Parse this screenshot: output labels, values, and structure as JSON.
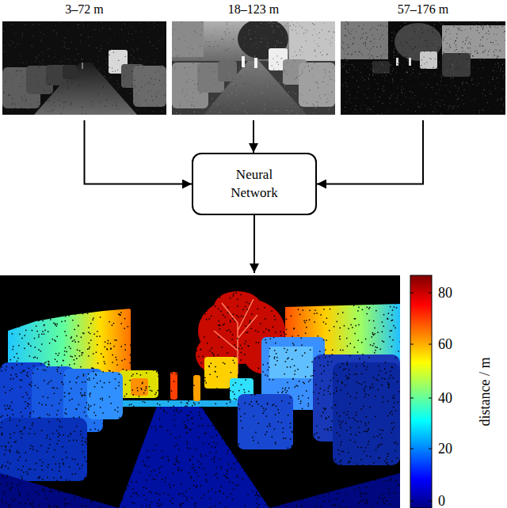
{
  "diagram": {
    "nodes": [
      {
        "text": [
          "3–72 m"
        ]
      },
      {
        "text": [
          "18–123 m"
        ]
      },
      {
        "text": [
          "57–176 m"
        ]
      },
      {
        "text": [
          "Neural Network"
        ]
      },
      {
        "text": [
          "80",
          "60",
          "40",
          "20",
          "0",
          "distance / m"
        ]
      }
    ],
    "edges": [
      {
        "from": 0,
        "to": 3,
        "arrow": "to"
      },
      {
        "from": 1,
        "to": 3,
        "arrow": "to"
      },
      {
        "from": 2,
        "to": 3,
        "arrow": "to"
      },
      {
        "from": 3,
        "to": 4,
        "arrow": "to"
      }
    ]
  }
}
